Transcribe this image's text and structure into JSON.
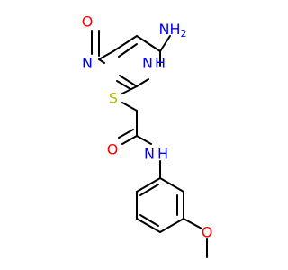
{
  "molecule": {
    "colors": {
      "bond": "#000000",
      "N": "#0000ff",
      "O": "#ff0000",
      "S": "#b8b800"
    },
    "labels": {
      "nh2_main": "NH",
      "nh2_sub": "2",
      "carbonyl_o_ring": "O",
      "ring_n_left": "N",
      "ring_nh_h": "H",
      "ring_nh_n": "N",
      "thioether_s": "S",
      "amide_o": "O",
      "amide_nh_n": "N",
      "amide_nh_h": "H",
      "methoxy_o": "O"
    }
  }
}
